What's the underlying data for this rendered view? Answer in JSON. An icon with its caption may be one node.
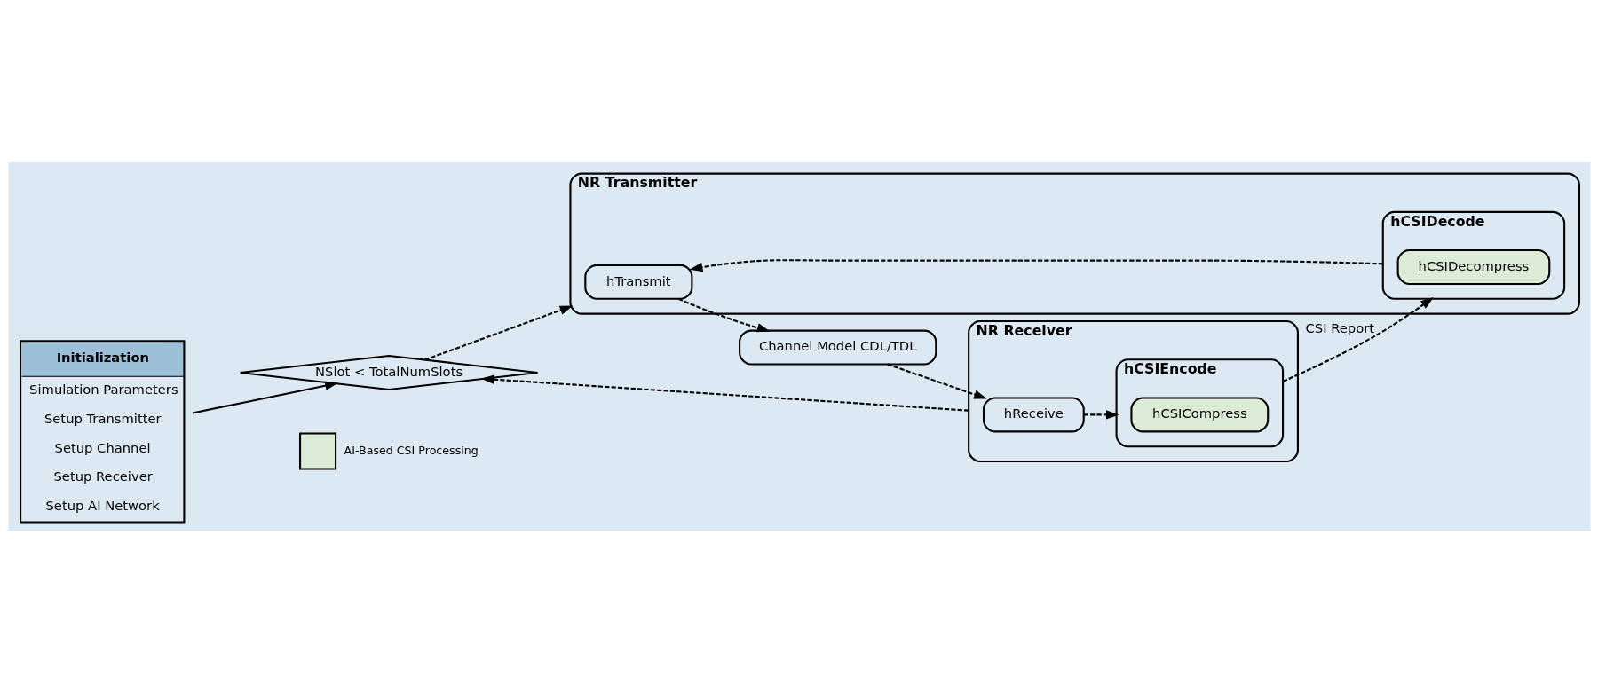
{
  "diagram": {
    "nodes": [
      {
        "text": [
          "Initialization",
          "Simulation Parameters",
          "Setup Transmitter",
          "Setup Channel",
          "Setup Receiver",
          "Setup AI Network"
        ]
      },
      {
        "text": [
          "NSlot < TotalNumSlots"
        ]
      },
      {
        "text": [
          "NR Transmitter"
        ]
      },
      {
        "text": [
          "hTransmit"
        ],
        "in": 2
      },
      {
        "text": [
          "hCSIDecode"
        ],
        "in": 2
      },
      {
        "text": [
          "hCSIDecompress"
        ],
        "in": 4
      },
      {
        "text": [
          "Channel Model CDL/TDL"
        ]
      },
      {
        "text": [
          "NR Receiver"
        ]
      },
      {
        "text": [
          "hReceive"
        ],
        "in": 7
      },
      {
        "text": [
          "hCSIEncode"
        ],
        "in": 7
      },
      {
        "text": [
          "hCSICompress"
        ],
        "in": 9
      }
    ],
    "edges": [
      {
        "from": 0,
        "to": 1,
        "arrow": "to"
      },
      {
        "from": 1,
        "to": 2,
        "arrow": "to",
        "style": "dashed"
      },
      {
        "from": 4,
        "to": 3,
        "arrow": "to",
        "style": "dashed"
      },
      {
        "from": 3,
        "to": 6,
        "arrow": "to",
        "style": "dashed"
      },
      {
        "from": 6,
        "to": 8,
        "arrow": "to",
        "style": "dashed"
      },
      {
        "from": 8,
        "to": 9,
        "arrow": "to",
        "style": "dashed"
      },
      {
        "from": 9,
        "to": 4,
        "arrow": "to",
        "style": "dashed",
        "label": "CSI Report"
      },
      {
        "from": 7,
        "to": 1,
        "arrow": "to",
        "style": "dashed"
      }
    ],
    "legend": [
      {
        "text": "AI-Based CSI Processing",
        "color": "#dcebd6"
      }
    ]
  }
}
